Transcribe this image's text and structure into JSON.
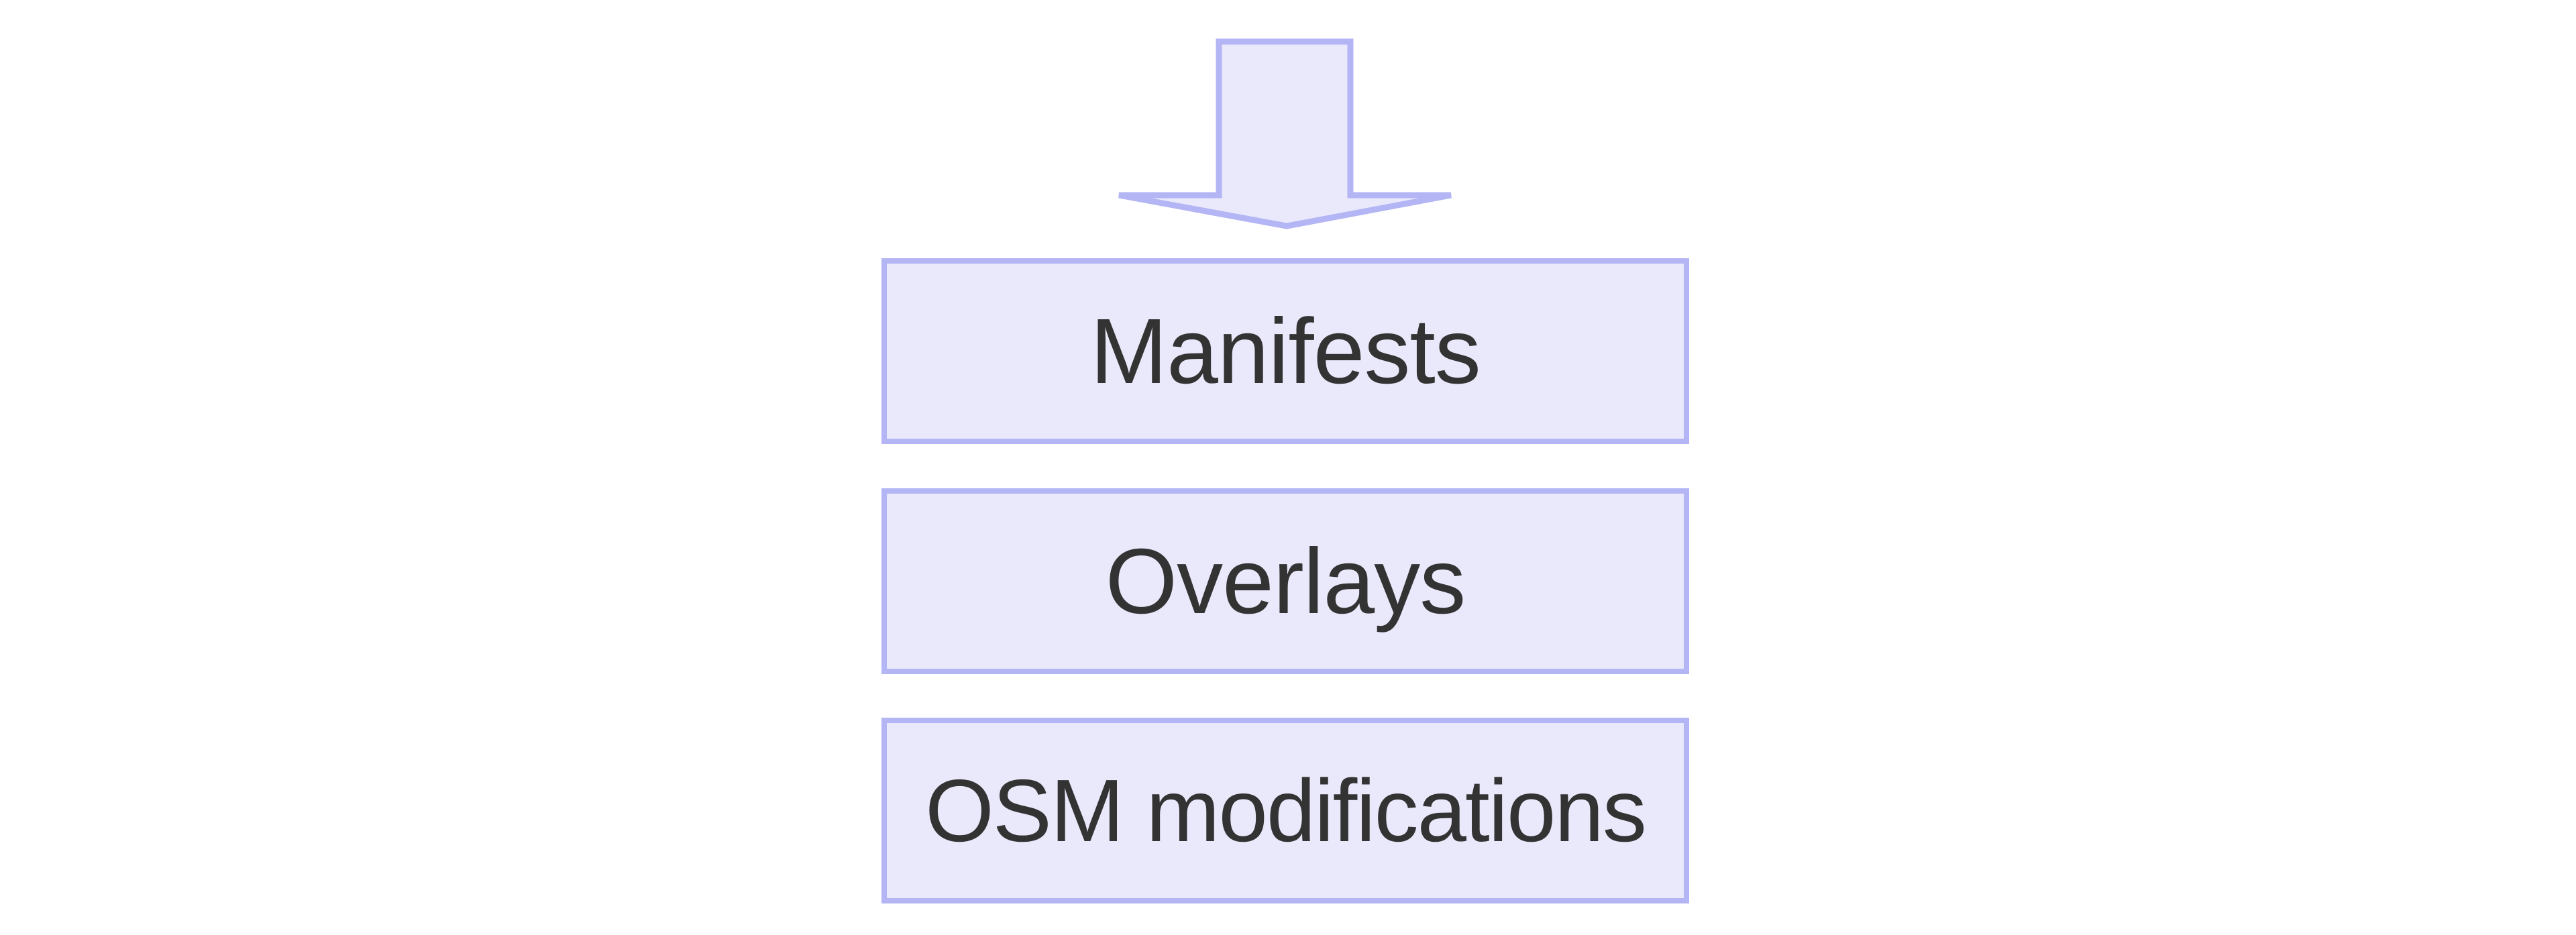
{
  "diagram": {
    "type": "flow-stack",
    "background_color": "#ffffff",
    "accent_border_color": "#b3b5f5",
    "node_fill_color": "#e9e9fb",
    "text_color": "#333333",
    "connector": {
      "icon": "arrow-down-icon",
      "direction": "down",
      "label": ""
    },
    "nodes": [
      {
        "id": "manifests",
        "label": "Manifests"
      },
      {
        "id": "overlays",
        "label": "Overlays"
      },
      {
        "id": "osm-modifications",
        "label": "OSM modifications"
      }
    ]
  }
}
